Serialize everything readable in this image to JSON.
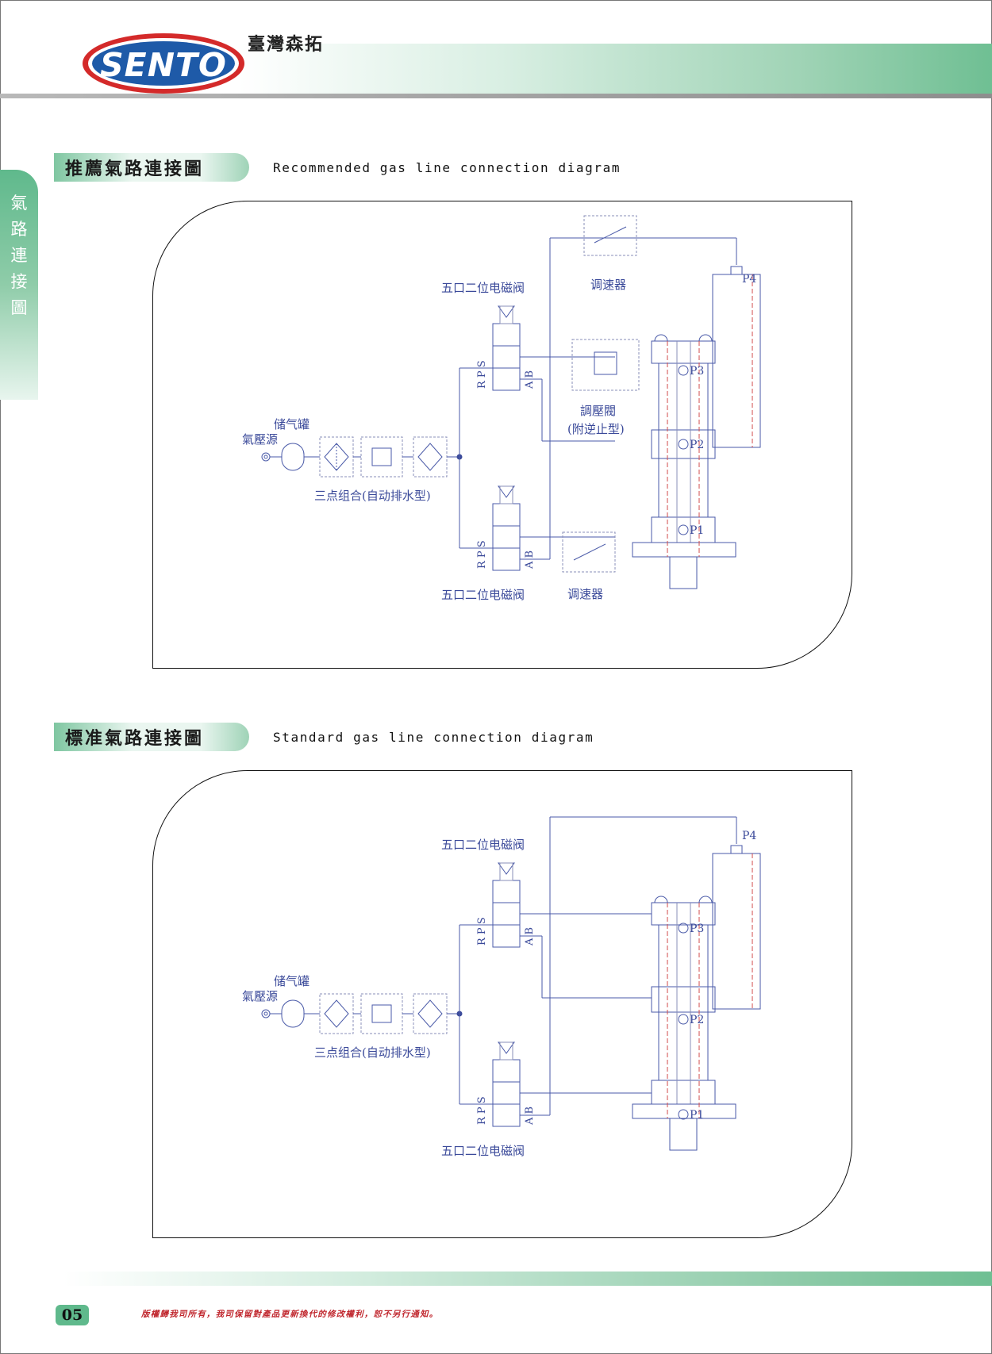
{
  "header": {
    "logo_text": "SENTO",
    "company_name": "臺灣森拓",
    "colors": {
      "brand_red": "#d42a2a",
      "brand_blue": "#1e5aa8",
      "accent_green": "#6fbf93"
    }
  },
  "side_tab": {
    "label": "氣路連接圖"
  },
  "sections": [
    {
      "title_cn": "推薦氣路連接圖",
      "title_en": "Recommended gas line connection diagram",
      "diagram": {
        "source_label": "氣壓源",
        "tank_label": "储气罐",
        "frl_label": "三点组合(自动排水型)",
        "valve_top_label": "五口二位电磁阀",
        "valve_bottom_label": "五口二位电磁阀",
        "valve_ports_left": "R P S",
        "valve_ports_right": "A B",
        "speed_ctrl_top_label": "调速器",
        "speed_ctrl_bottom_label": "调速器",
        "pressure_valve_label": "調壓閥",
        "pressure_valve_sub": "(附逆止型)",
        "ports": [
          "P4",
          "P3",
          "P2",
          "P1"
        ]
      }
    },
    {
      "title_cn": "標准氣路連接圖",
      "title_en": "Standard gas line connection diagram",
      "diagram": {
        "source_label": "氣壓源",
        "tank_label": "储气罐",
        "frl_label": "三点组合(自动排水型)",
        "valve_top_label": "五口二位电磁阀",
        "valve_bottom_label": "五口二位电磁阀",
        "valve_ports_left": "R P S",
        "valve_ports_right": "A B",
        "ports": [
          "P4",
          "P3",
          "P2",
          "P1"
        ]
      }
    }
  ],
  "footer": {
    "page_number": "05",
    "copyright": "版權歸我司所有，我司保留對產品更新換代的修改權利，恕不另行通知。"
  }
}
